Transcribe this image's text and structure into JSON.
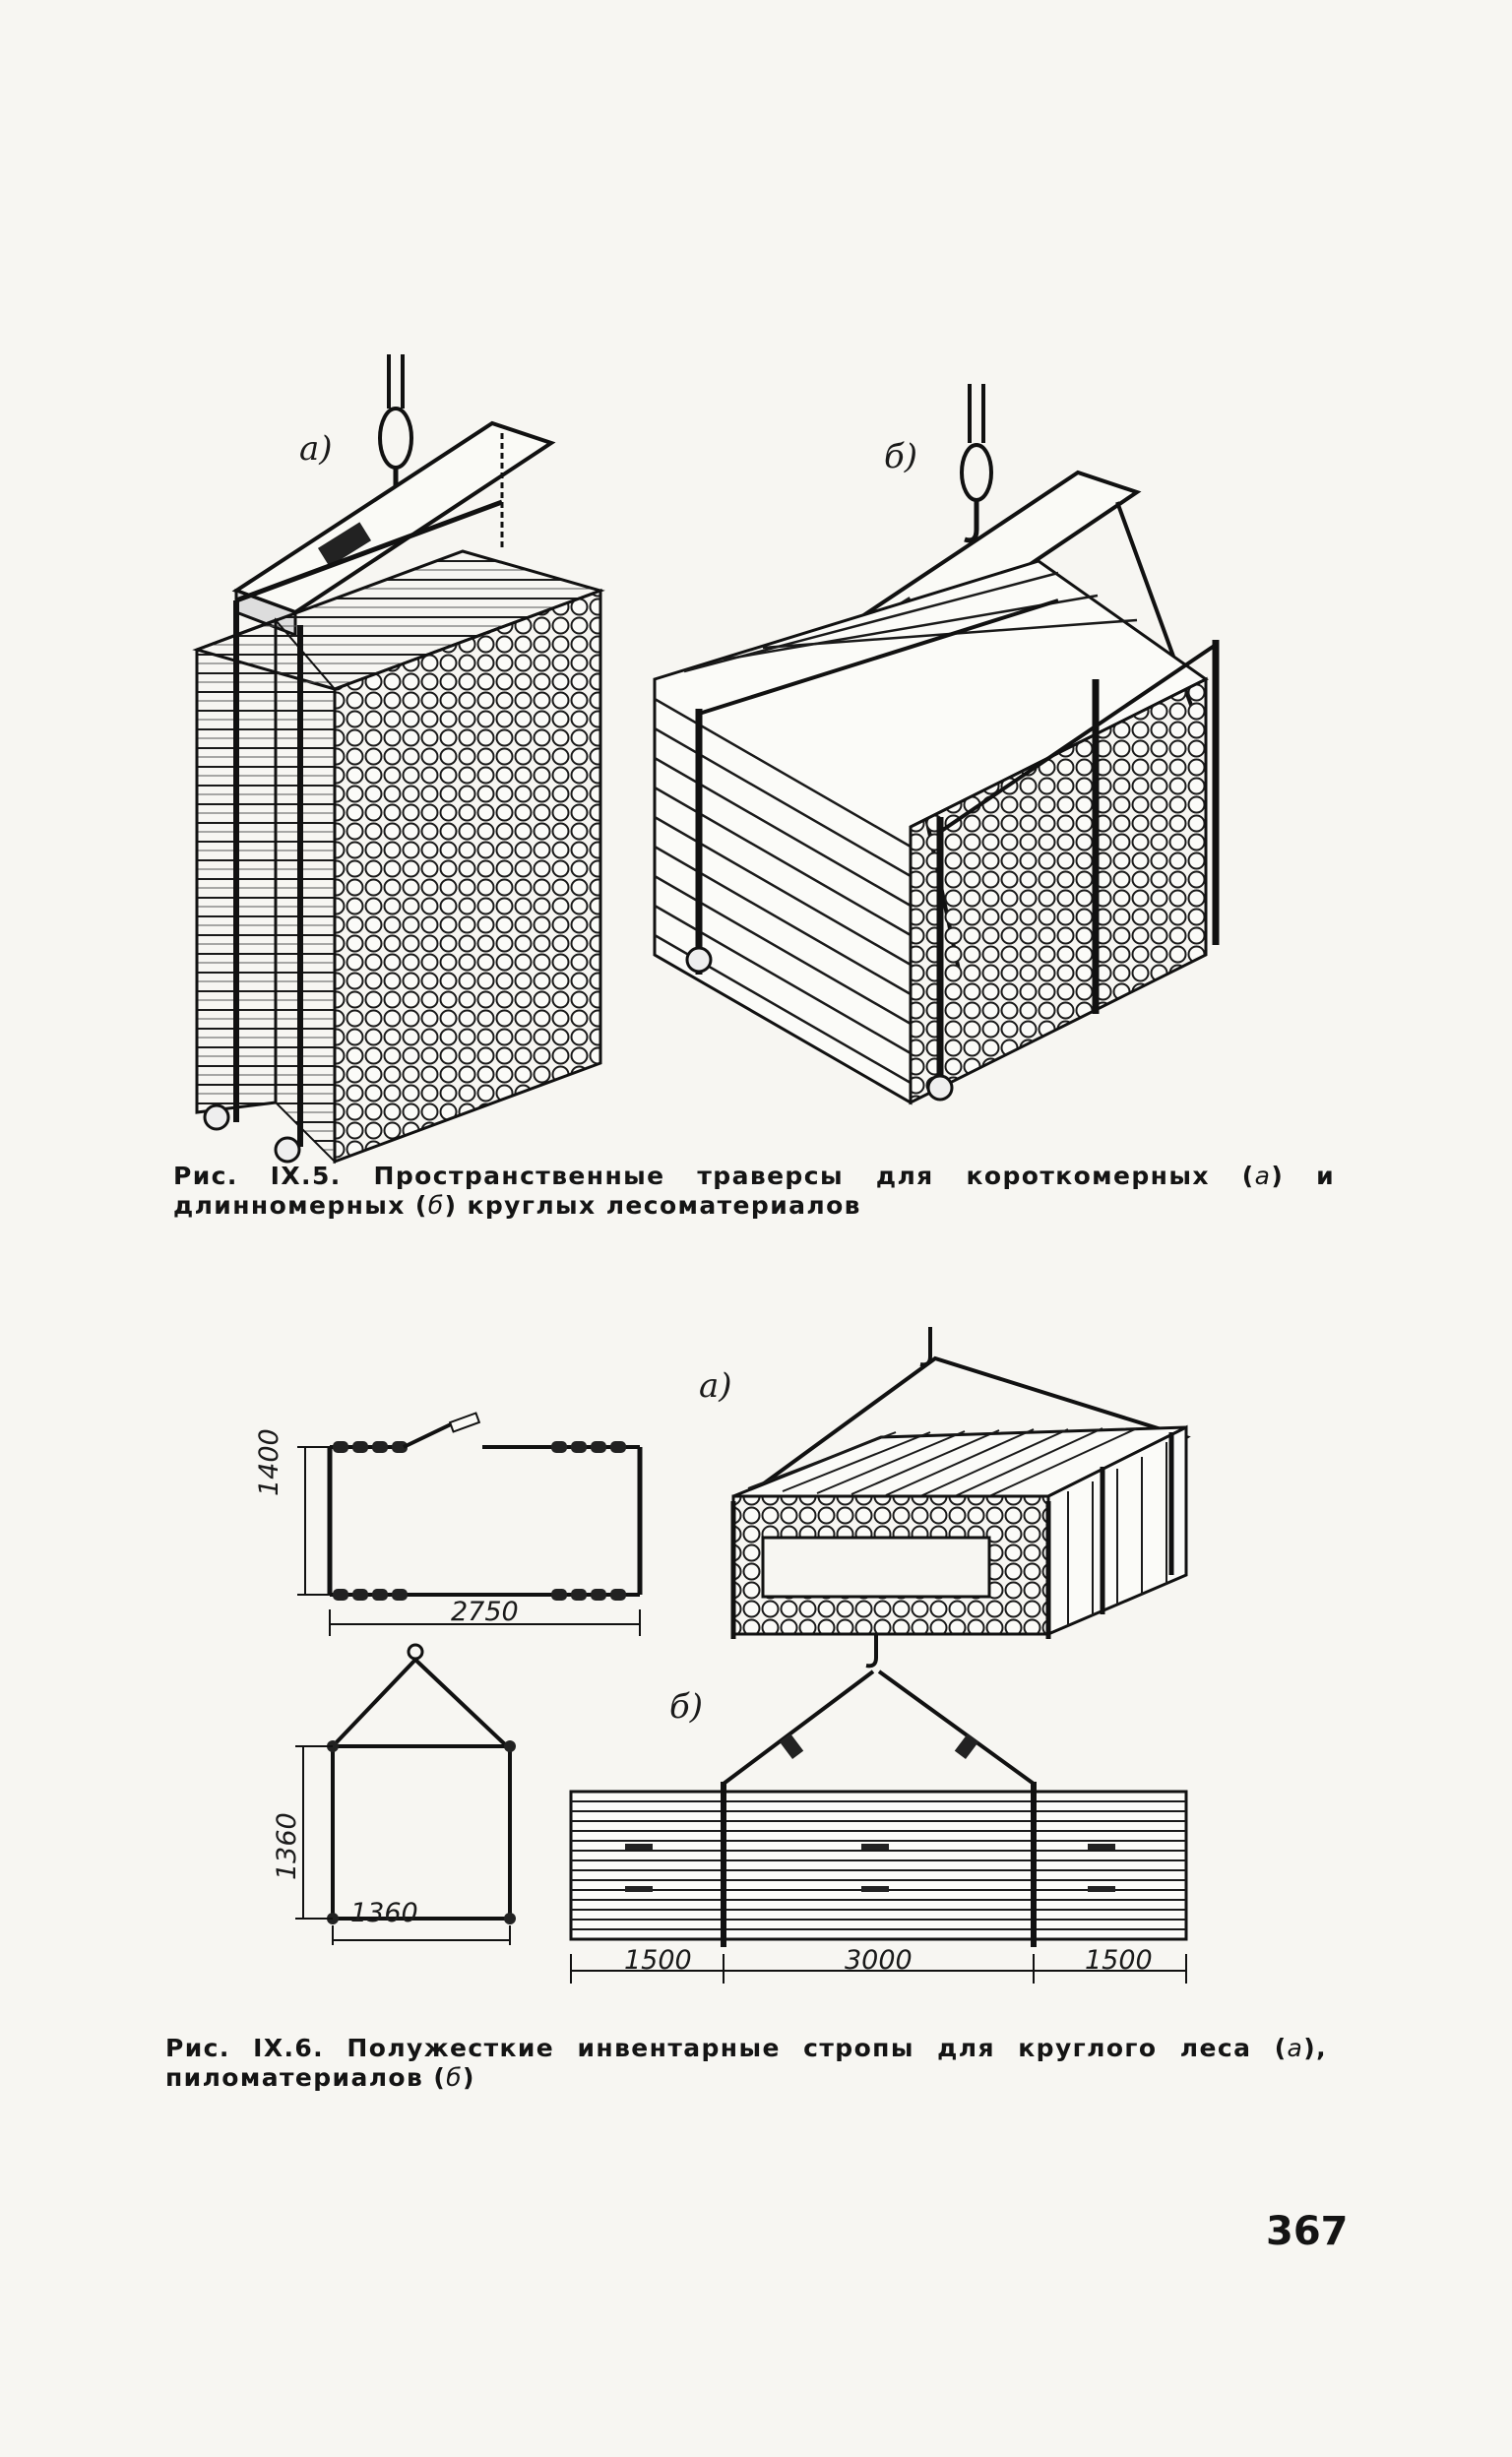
{
  "figure_1": {
    "subfigure_a_label": "а)",
    "subfigure_b_label": "б)",
    "caption": {
      "prefix": "Рис. IX.5. Пространственные траверсы для короткомерных (",
      "a": "а",
      "middle": ") и длинномерных (",
      "b": "б",
      "suffix": ") круглых лесоматериалов"
    }
  },
  "figure_2": {
    "subfigure_a_label": "а)",
    "subfigure_b_label": "б)",
    "dimensions": {
      "sling_a_height": "1400",
      "sling_a_width": "2750",
      "sling_b_height": "1360",
      "sling_b_width": "1360",
      "lumber_left": "1500",
      "lumber_middle": "3000",
      "lumber_right": "1500"
    },
    "caption": {
      "prefix": "Рис. IX.6. Полужесткие инвентарные стропы для круглого леса (",
      "a": "а",
      "middle": "), пиломатериалов (",
      "b": "б",
      "suffix": ")"
    }
  },
  "page_number": "367"
}
